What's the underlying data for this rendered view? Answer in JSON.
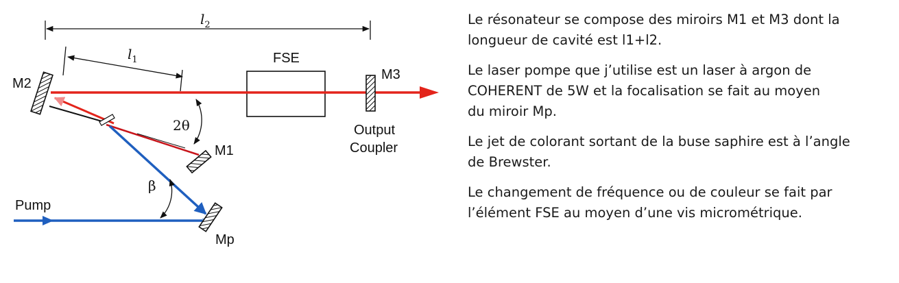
{
  "diagram": {
    "labels": {
      "l2": "l",
      "l2_sub": "2",
      "l1": "l",
      "l1_sub": "1",
      "fse": "FSE",
      "m2": "M2",
      "m3": "M3",
      "m1": "M1",
      "mp": "Mp",
      "two_theta": "2θ",
      "beta": "β",
      "pump": "Pump",
      "output": "Output",
      "coupler": "Coupler"
    },
    "colors": {
      "laser_beam": "#e3241b",
      "pump_beam": "#1f5fbf",
      "outline": "#111111"
    }
  },
  "description": {
    "paragraphs": [
      [
        "Le résonateur se compose des miroirs M1 et M3 dont la",
        "longueur de cavité est l1+l2."
      ],
      [
        "Le laser pompe que j’utilise est un laser à argon de",
        "COHERENT de 5W et la focalisation se fait au moyen",
        "du miroir Mp."
      ],
      [
        "Le jet de colorant sortant de la buse saphire est à l’angle",
        "de Brewster."
      ],
      [
        "Le changement de fréquence ou de couleur se fait par",
        "l’élément FSE au moyen d’une vis micrométrique."
      ]
    ]
  }
}
